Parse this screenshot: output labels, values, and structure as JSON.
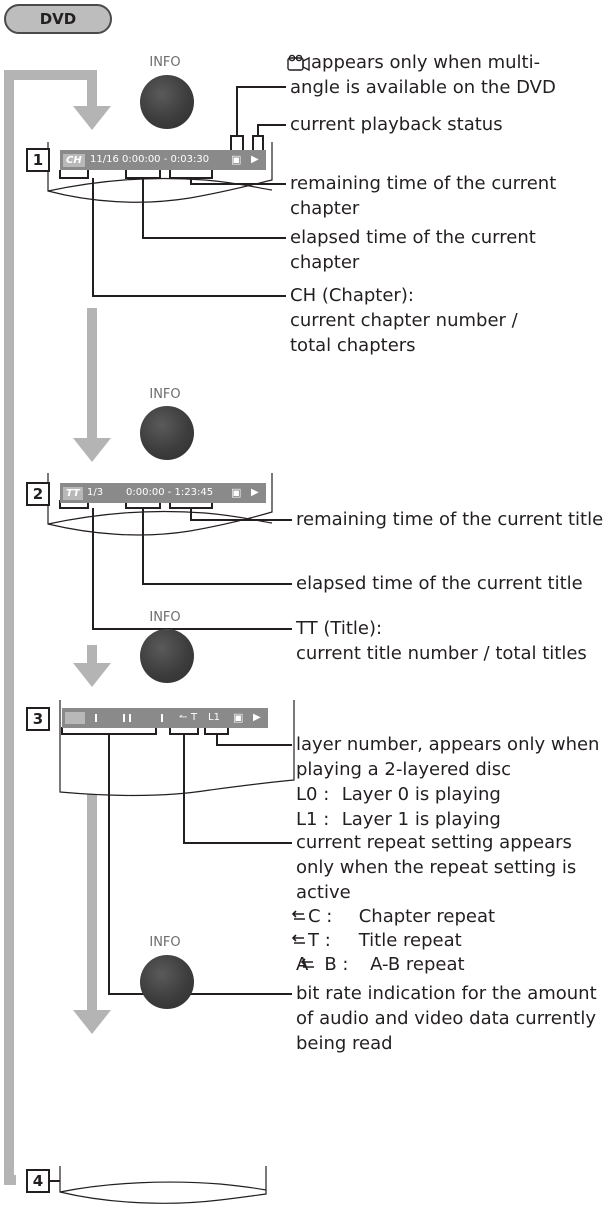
{
  "dvd_badge": "DVD",
  "info_label": "INFO",
  "steps": [
    "1",
    "2",
    "3",
    "4"
  ],
  "osd1": {
    "badge": "CH",
    "text": "11/16  0:00:00 - 0:03:30"
  },
  "osd2": {
    "badge": "TT",
    "counter": "1/3",
    "time": "0:00:00 - 1:23:45"
  },
  "osd3": {
    "repeat": "T",
    "layer": "L1"
  },
  "section1": {
    "angle_note_line1": "appears only when multi-",
    "angle_note_line2": "angle is available on the DVD",
    "status": "current playback status",
    "remaining_line1": "remaining time of the current",
    "remaining_line2": "chapter",
    "elapsed_line1": "elapsed time of the current",
    "elapsed_line2": "chapter",
    "chapter_line1": "CH (Chapter):",
    "chapter_line2": "current chapter number /",
    "chapter_line3": "total chapters"
  },
  "section2": {
    "remaining": "remaining time of the current title",
    "elapsed": "elapsed time of the current title",
    "title_line1": "TT (Title):",
    "title_line2": "current title number / total titles"
  },
  "section3": {
    "layer_line1": "layer number, appears only when",
    "layer_line2": "playing a 2-layered disc",
    "layers": [
      {
        "key": "L0 :",
        "desc": "Layer 0 is playing"
      },
      {
        "key": "L1 :",
        "desc": "Layer 1 is playing"
      }
    ],
    "repeat_line1": "current repeat setting appears",
    "repeat_line2": "only when the repeat setting is",
    "repeat_line3": "active",
    "repeats": [
      {
        "pre": "",
        "key": "C :",
        "desc": "Chapter repeat"
      },
      {
        "pre": "",
        "key": "T :",
        "desc": "Title repeat"
      },
      {
        "pre": "A",
        "key": "B :",
        "desc": "A-B repeat"
      }
    ],
    "bitrate_line1": "bit rate indication for the amount",
    "bitrate_line2": "of audio and video data currently",
    "bitrate_line3": "being read"
  }
}
